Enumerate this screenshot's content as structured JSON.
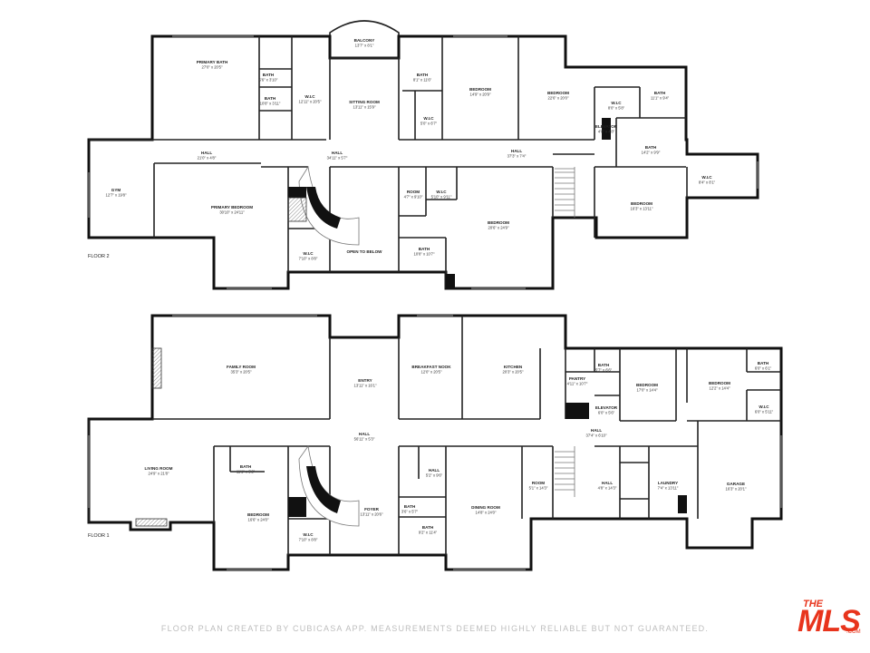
{
  "floors": {
    "floor2": {
      "label": "FLOOR 2",
      "rooms": [
        {
          "name": "BALCONY",
          "dim": "13'7\" x 8'1\""
        },
        {
          "name": "PRIMARY BATH",
          "dim": "27'0\" x 20'5\""
        },
        {
          "name": "BATH",
          "dim": "5'6\" x 3'10\""
        },
        {
          "name": "BATH",
          "dim": "10'8\" x 3'11\""
        },
        {
          "name": "W.I.C",
          "dim": "12'11\" x 20'5\""
        },
        {
          "name": "SITTING ROOM",
          "dim": "13'11\" x 15'9\""
        },
        {
          "name": "BATH",
          "dim": "8'1\" x 11'6\""
        },
        {
          "name": "W.I.C",
          "dim": "5'0\" x 6'7\""
        },
        {
          "name": "BEDROOM",
          "dim": "14'9\" x 20'9\""
        },
        {
          "name": "BEDROOM",
          "dim": "22'6\" x 20'0\""
        },
        {
          "name": "W.I.C",
          "dim": "8'0\" x 5'8\""
        },
        {
          "name": "BATH",
          "dim": "11'1\" x 9'4\""
        },
        {
          "name": "ELEVATOR",
          "dim": "4'0\" x 4'8\""
        },
        {
          "name": "BATH",
          "dim": "14'2\" x 9'9\""
        },
        {
          "name": "HALL",
          "dim": "21'0\" x 4'8\""
        },
        {
          "name": "HALL",
          "dim": "34'11\" x 5'7\""
        },
        {
          "name": "HALL",
          "dim": "37'3\" x 7'4\""
        },
        {
          "name": "GYM",
          "dim": "12'7\" x 19'8\""
        },
        {
          "name": "PRIMARY BEDROOM",
          "dim": "30'10\" x 24'11\""
        },
        {
          "name": "ROOM",
          "dim": "4'7\" x 9'10\""
        },
        {
          "name": "W.I.C",
          "dim": "5'10\" x 9'11\""
        },
        {
          "name": "BEDROOM",
          "dim": "20'6\" x 24'9\""
        },
        {
          "name": "W.I.C",
          "dim": "8'4\" x 8'1\""
        },
        {
          "name": "BEDROOM",
          "dim": "16'3\" x 13'11\""
        },
        {
          "name": "W.I.C",
          "dim": "7'10\" x 8'8\""
        },
        {
          "name": "OPEN TO BELOW",
          "dim": ""
        },
        {
          "name": "BATH",
          "dim": "10'8\" x 10'7\""
        }
      ]
    },
    "floor1": {
      "label": "FLOOR 1",
      "rooms": [
        {
          "name": "FAMILY ROOM",
          "dim": "35'3\" x 20'5\""
        },
        {
          "name": "ENTRY",
          "dim": "13'11\" x 16'1\""
        },
        {
          "name": "BREAKFAST NOOK",
          "dim": "12'0\" x 20'5\""
        },
        {
          "name": "KITCHEN",
          "dim": "20'3\" x 20'5\""
        },
        {
          "name": "BATH",
          "dim": "5'7\" x 6'6\""
        },
        {
          "name": "PANTRY",
          "dim": "4'11\" x 10'7\""
        },
        {
          "name": "BEDROOM",
          "dim": "17'0\" x 14'4\""
        },
        {
          "name": "BEDROOM",
          "dim": "12'2\" x 14'4\""
        },
        {
          "name": "BATH",
          "dim": "6'0\" x 6'1\""
        },
        {
          "name": "ELEVATOR",
          "dim": "6'0\" x 5'6\""
        },
        {
          "name": "W.I.C",
          "dim": "6'0\" x 5'11\""
        },
        {
          "name": "HALL",
          "dim": "56'11\" x 5'3\""
        },
        {
          "name": "HALL",
          "dim": "37'4\" x 6'10\""
        },
        {
          "name": "LIVING ROOM",
          "dim": "24'9\" x 21'8\""
        },
        {
          "name": "BATH",
          "dim": "11'1\" x 5'2\""
        },
        {
          "name": "BEDROOM",
          "dim": "16'6\" x 24'0\""
        },
        {
          "name": "FOYER",
          "dim": "13'11\" x 20'6\""
        },
        {
          "name": "HALL",
          "dim": "5'2\" x 9'6\""
        },
        {
          "name": "BATH",
          "dim": "3'6\" x 5'7\""
        },
        {
          "name": "BATH",
          "dim": "9'2\" x 11'4\""
        },
        {
          "name": "DINING ROOM",
          "dim": "14'8\" x 24'0\""
        },
        {
          "name": "ROOM",
          "dim": "5'1\" x 14'3\""
        },
        {
          "name": "HALL",
          "dim": "4'8\" x 14'3\""
        },
        {
          "name": "LAUNDRY",
          "dim": "7'4\" x 13'11\""
        },
        {
          "name": "GARAGE",
          "dim": "16'3\" x 20'1\""
        },
        {
          "name": "W.I.C",
          "dim": "7'10\" x 8'8\""
        }
      ]
    }
  },
  "footer": "FLOOR PLAN CREATED BY CUBICASA APP. MEASUREMENTS DEEMED HIGHLY RELIABLE BUT NOT GUARANTEED.",
  "logo": {
    "line1": "THE",
    "line2": "MLS",
    "line3": ".COM"
  },
  "colors": {
    "wall": "#111111",
    "logo": "#e8341c",
    "footer": "#bdbdbd"
  }
}
